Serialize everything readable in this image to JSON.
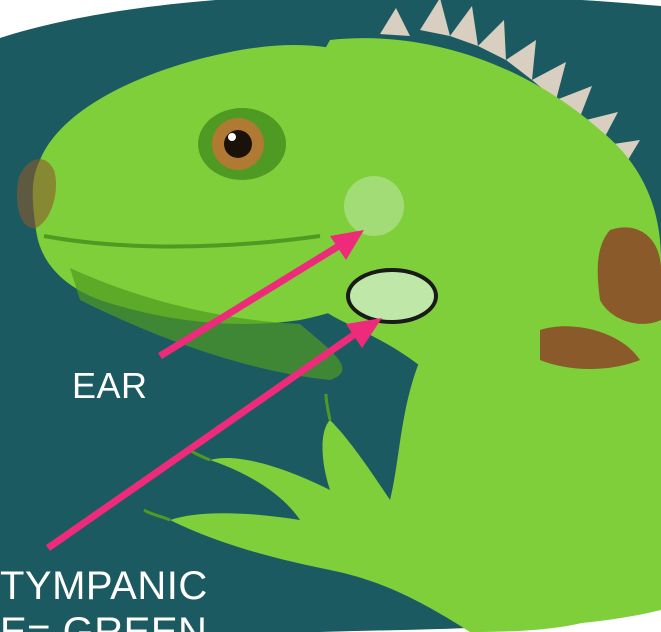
{
  "labels": {
    "ear": "EAR",
    "tympanic_line1": "TYMPANIC",
    "tympanic_line2": "E= GREEN"
  },
  "colors": {
    "background_panel": "#1c5a62",
    "iguana_green": "#7fcf3a",
    "iguana_dark": "#4e9a22",
    "arrow": "#ee2a7b",
    "label_text": "#ffffff",
    "eye_iris": "#b07a34",
    "tympanic_fill": "#bfe7a8",
    "brown_patch": "#8a5a2b",
    "spike": "#d9cfc0"
  },
  "icons": [
    "iguana-illustration",
    "pointer-arrow"
  ]
}
